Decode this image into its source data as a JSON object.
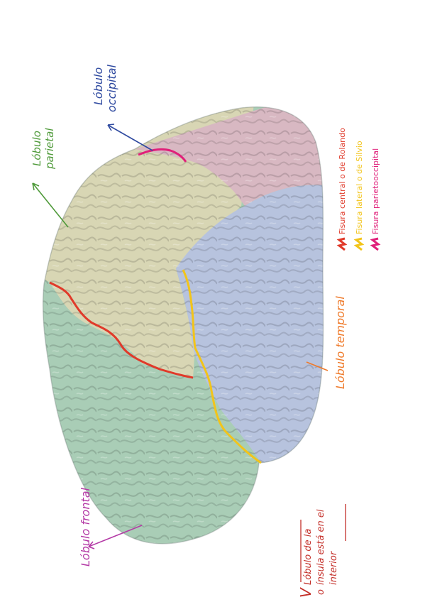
{
  "labels": {
    "occipital_line1": "Lóbulo",
    "occipital_line2": "occipital",
    "parietal_line1": "Lóbulo",
    "parietal_line2": "parietal",
    "temporal": "Lóbulo temporal",
    "frontal": "Lóbulo frontal"
  },
  "legend": [
    {
      "text": "Fisura central o de Rolando",
      "color": "#e03a2a"
    },
    {
      "text": "Fisura lateral o de Silvio",
      "color": "#f2c41a"
    },
    {
      "text": "Fisura parietooccipital",
      "color": "#e0207a"
    }
  ],
  "note": {
    "numeral": "V",
    "line1": "Lóbulo de la",
    "line2": "ínsula está en el",
    "line3": "interior",
    "bullet": "o"
  },
  "colors": {
    "frontal": "#a9cdb6",
    "parietal": "#d8d6b4",
    "occipital": "#d8b8c2",
    "temporal": "#b7c3de",
    "occipital_label": "#2f4aa0",
    "parietal_label": "#4f9a3a",
    "temporal_label": "#ef7a2a",
    "frontal_label": "#b43aa6",
    "note_label": "#c4302a"
  }
}
